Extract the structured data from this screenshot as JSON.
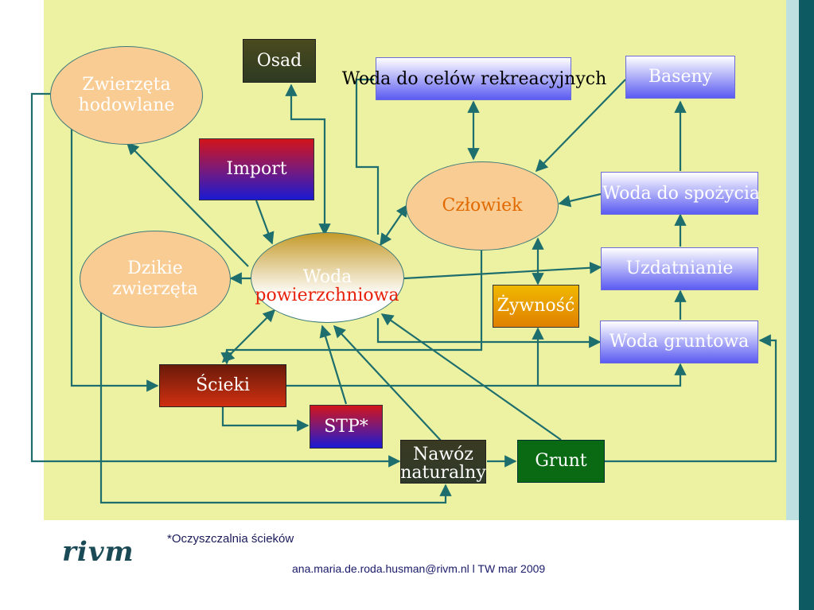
{
  "nodes": {
    "osad": "Osad",
    "woda_rekreacyjna": "Woda do celów rekreacyjnych",
    "baseny": "Baseny",
    "zwierzeta_hodowlane": [
      "Zwierzęta",
      "hodowlane"
    ],
    "import": "Import",
    "czlowiek": "Człowiek",
    "woda_do_spozycia": "Woda do spożycia",
    "dzikie_zwierzeta": [
      "Dzikie",
      "zwierzęta"
    ],
    "woda_powierzchniowa": [
      "Woda",
      "powierzchniowa"
    ],
    "uzdatnianie": "Uzdatnianie",
    "zywnosc": "Żywność",
    "woda_gruntowa": "Woda gruntowa",
    "scieki": "Ścieki",
    "stp": "STP*",
    "nawoz_naturalny": [
      "Nawóz",
      "naturalny"
    ],
    "grunt": "Grunt"
  },
  "footer": {
    "note": "*Oczyszczalnia ścieków",
    "credit": "ana.maria.de.roda.husman@rivm.nl l TW mar 2009",
    "logo": "rivm"
  },
  "colors": {
    "background": "#ecf2a2",
    "arrow": "#1f6e6e",
    "accent_dark": "#0d5a63",
    "powierzchniowa_red": "#e8220a",
    "czlowiek_orange": "#e06a00"
  }
}
